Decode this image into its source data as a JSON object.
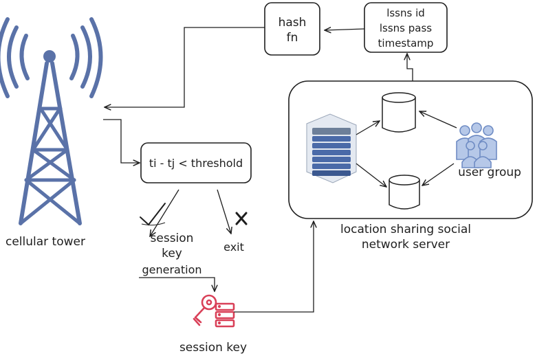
{
  "nodes": {
    "cellular_tower": "cellular tower",
    "hash_fn_line1": "hash",
    "hash_fn_line2": "fn",
    "lssns_id": "lssns id",
    "lssns_pass": "lssns pass",
    "timestamp": "timestamp",
    "threshold": "ti - tj < threshold",
    "session_line1": "session",
    "session_line2": "key",
    "session_line3": "generation",
    "exit": "exit",
    "session_key": "session key",
    "user_group": "user group",
    "server_line1": "location sharing social",
    "server_line2": "network server"
  },
  "icons": {
    "tower": "cellular-tower-icon",
    "server": "server-rack-icon",
    "database": "database-icon",
    "users": "user-group-icon",
    "key": "key-server-icon",
    "check": "check-icon",
    "cross": "cross-icon"
  },
  "colors": {
    "tower": "#5a72a8",
    "server": "#4a6aa8",
    "users": "#7b97c9",
    "key": "#d94058",
    "stroke": "#1e1e1e"
  }
}
